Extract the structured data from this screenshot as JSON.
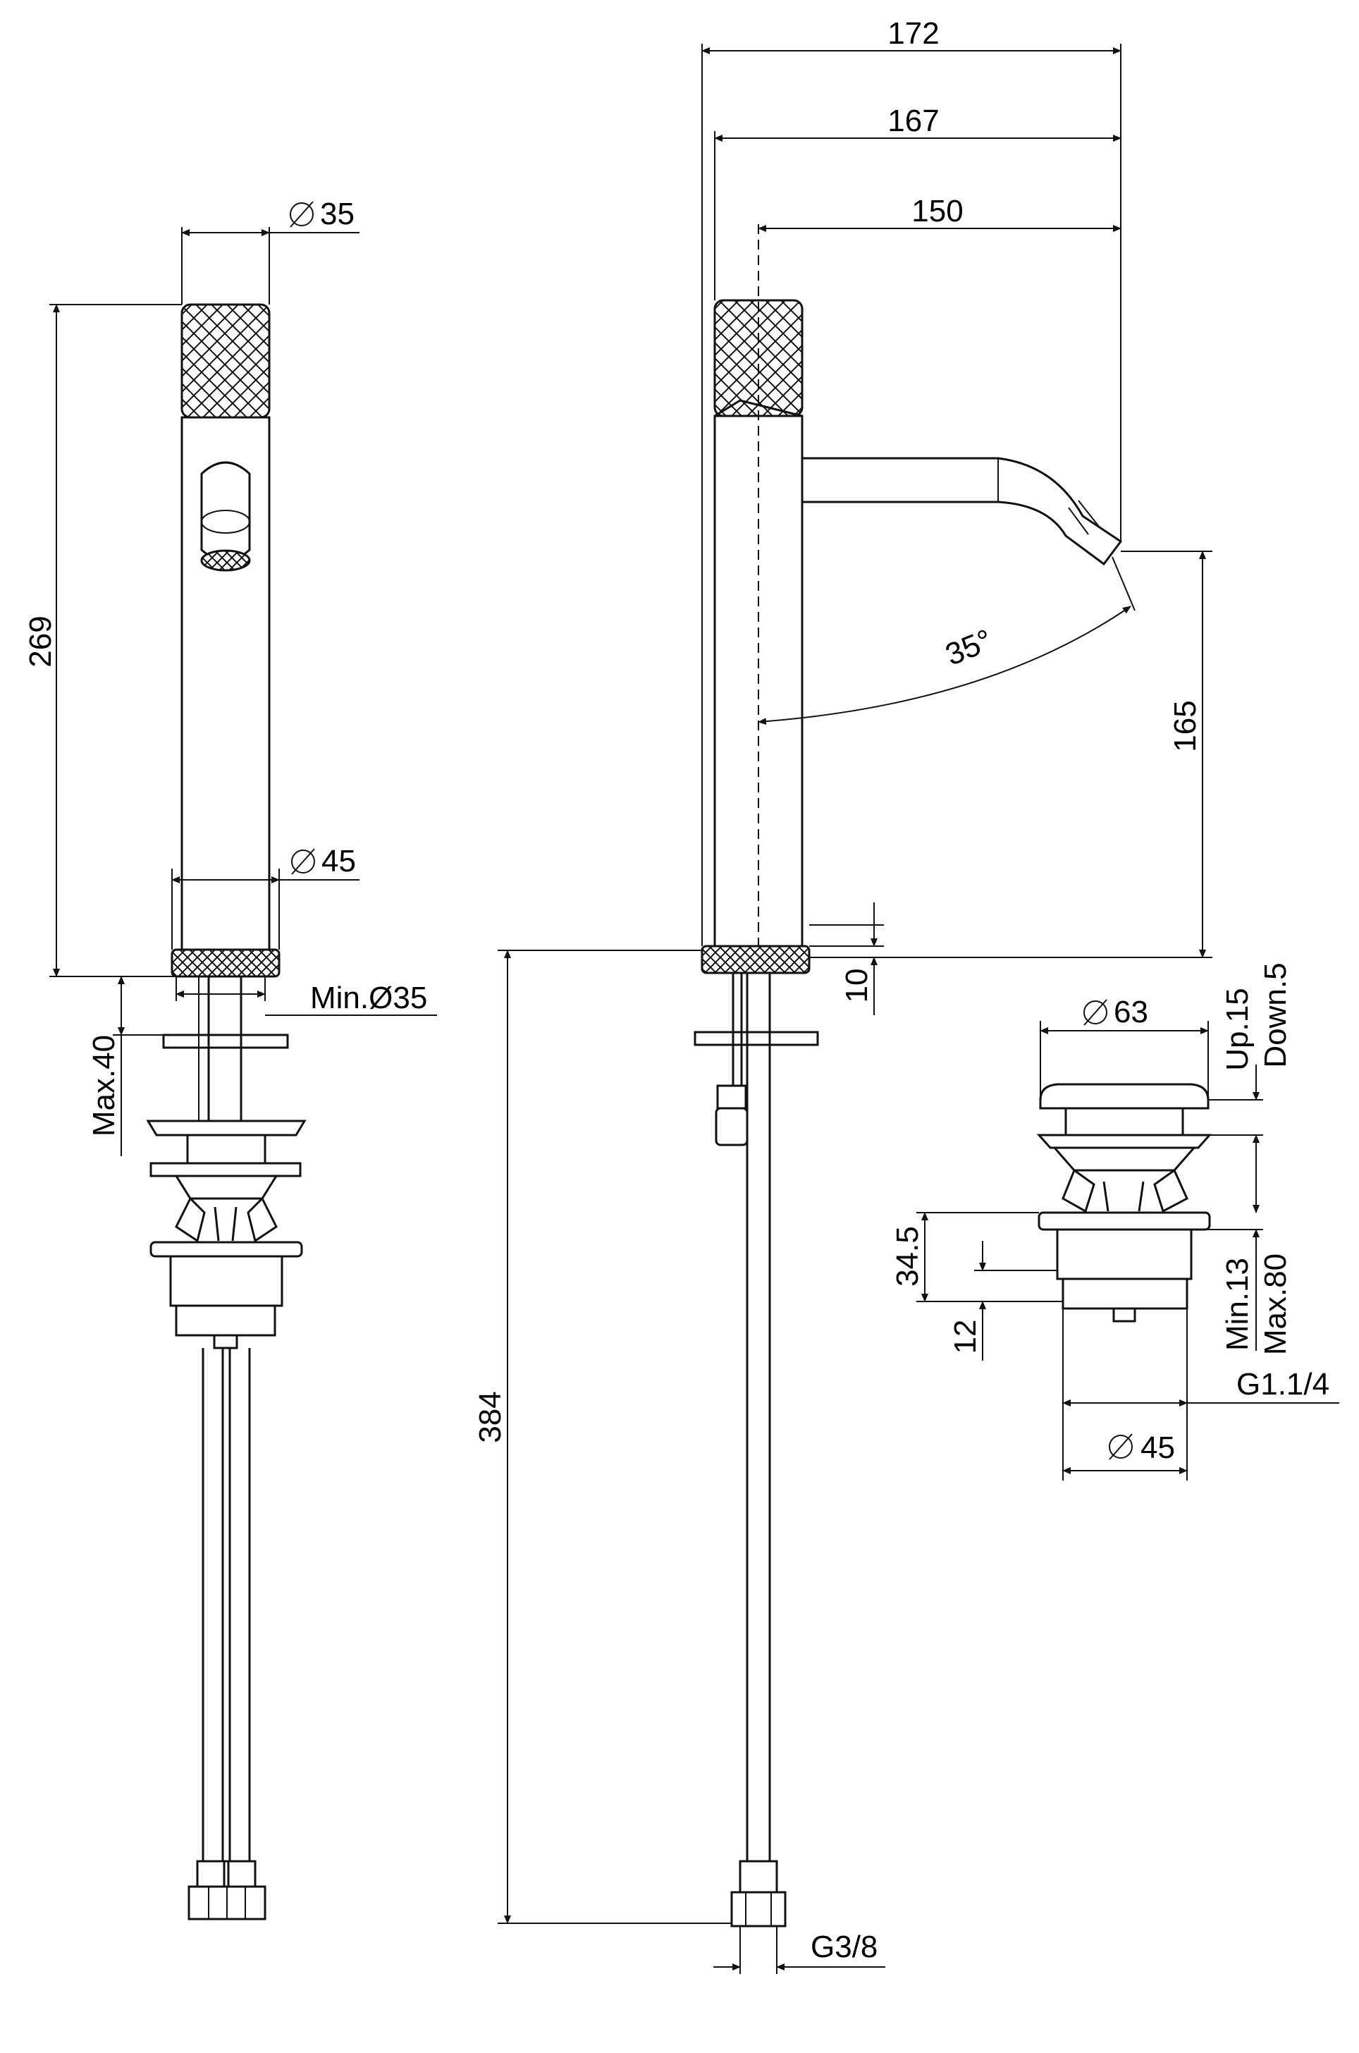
{
  "dimensions": {
    "d_top_diameter": "35",
    "d_height_269": "269",
    "d_base_diameter": "45",
    "d_min_hole": "Min.Ø35",
    "d_max_40": "Max.40",
    "d_overall_172": "172",
    "d_167": "167",
    "d_spout_150": "150",
    "d_angle": "35°",
    "d_spout_height": "165",
    "d_base_10": "10",
    "d_hose_384": "384",
    "d_g38": "G3/8",
    "d_waste_cap": "63",
    "d_up15": "Up.15",
    "d_down5": "Down.5",
    "d_34_5": "34.5",
    "d_12": "12",
    "d_min13": "Min.13",
    "d_max80": "Max.80",
    "d_g114": "G1.1/4",
    "d_waste_body": "45"
  }
}
